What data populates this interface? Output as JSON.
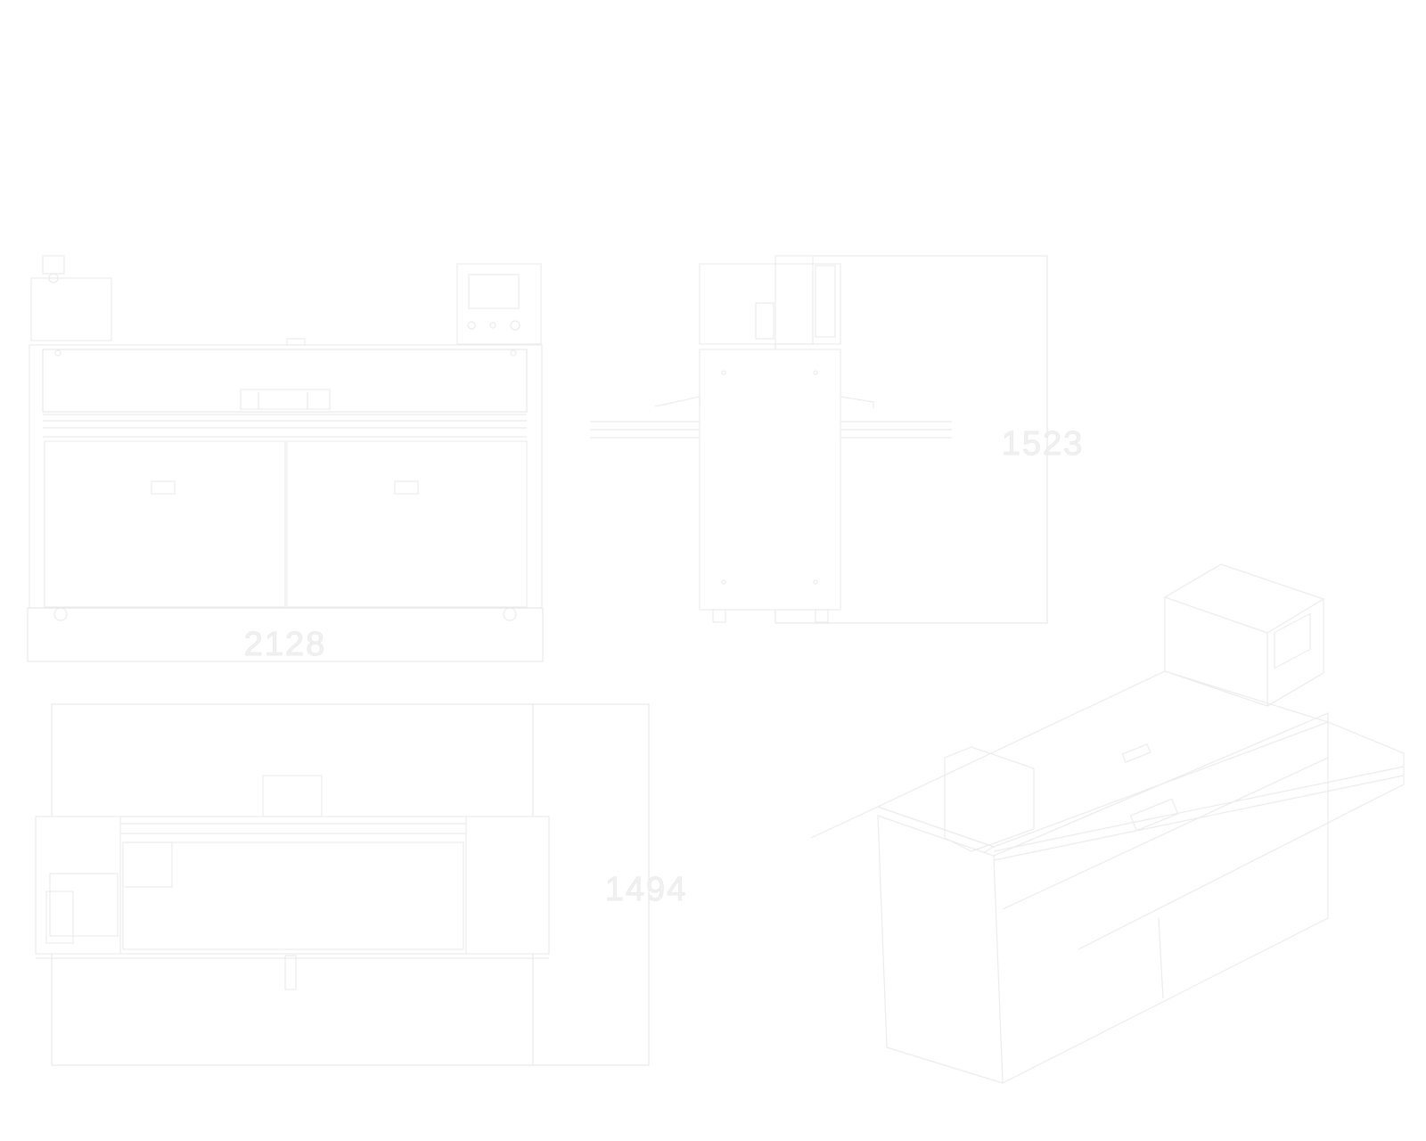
{
  "views": {
    "front": {
      "width_dimension": "2128"
    },
    "side": {
      "height_dimension": "1523"
    },
    "top": {
      "depth_dimension": "1494"
    },
    "isometric": {}
  },
  "colors": {
    "line": "#ececec",
    "background": "#ffffff",
    "dimension_text": "#f1f1f1"
  }
}
